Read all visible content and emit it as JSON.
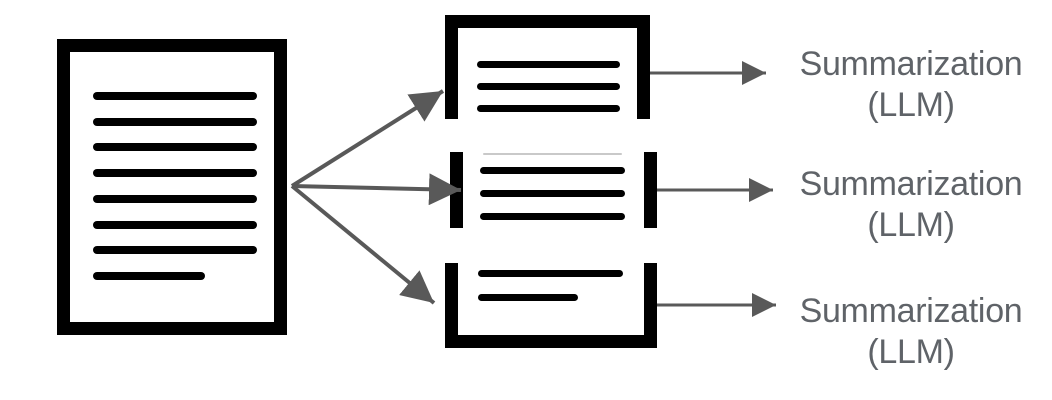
{
  "diagram": {
    "description": "document chunking and summarization flow",
    "colors": {
      "shape_black": "#000000",
      "arrow_gray": "#595959",
      "label_gray": "#5f6368",
      "faded_line_gray": "#c9c9c9",
      "background": "#ffffff"
    },
    "icons": {
      "source": "document-icon",
      "chunk_top": "document-fragment-top-icon",
      "chunk_middle": "document-fragment-middle-icon",
      "chunk_bottom": "document-fragment-bottom-icon",
      "fanout": "fanout-arrows-icon",
      "output": "right-arrow-icon"
    },
    "labels": [
      {
        "line1": "Summarization",
        "line2": "(LLM)"
      },
      {
        "line1": "Summarization",
        "line2": "(LLM)"
      },
      {
        "line1": "Summarization",
        "line2": "(LLM)"
      }
    ]
  }
}
